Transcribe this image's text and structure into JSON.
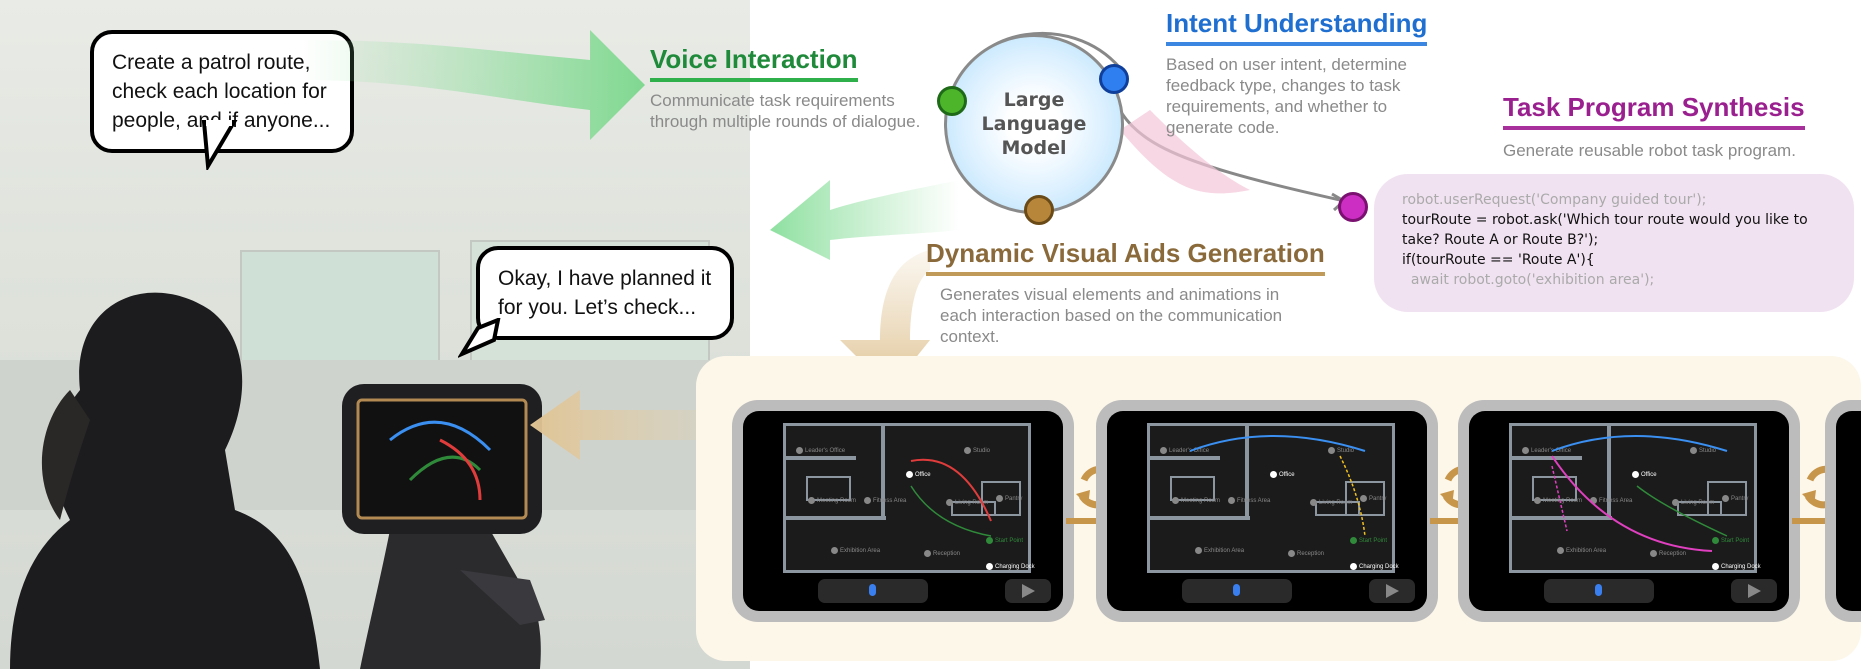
{
  "bubbles": {
    "user": "Create a patrol route, check each location for people, and if anyone...",
    "robot": "Okay, I have planned it for you. Let’s check..."
  },
  "voice": {
    "title": "Voice Interaction",
    "desc": "Communicate task requirements through multiple rounds of dialogue.",
    "color": "#1e8a3a"
  },
  "llm": {
    "label": "Large Language Model"
  },
  "intent": {
    "title": "Intent Understanding",
    "desc": "Based on user intent, determine feedback type, changes to task requirements, and whether to generate code.",
    "color": "#1f6fd1"
  },
  "task": {
    "title": "Task Program Synthesis",
    "desc": "Generate reusable  robot task program.",
    "color": "#9a1f8f"
  },
  "code": {
    "lines": [
      "robot.userRequest('Company guided tour');",
      "tourRoute = robot.ask('Which tour route would you like to take? Route A or Route B?');",
      "if(tourRoute == 'Route A'){",
      "  await robot.goto('exhibition area');"
    ]
  },
  "visual": {
    "title": "Dynamic Visual Aids Generation",
    "desc": "Generates visual elements and animations in each interaction based on the communication context.",
    "color": "#8a6a3a"
  },
  "map_labels": {
    "leader": "Leader's Office",
    "studio": "Studio",
    "office": "Office",
    "meeting": "Meeting Room",
    "fitness": "Fitness Area",
    "living": "Living Room",
    "pantry": "Pantry",
    "start": "Start Point",
    "exhibition": "Exhibition Area",
    "reception": "Reception",
    "dock": "Charging Dock"
  },
  "icons": [
    "microphone-icon",
    "play-icon",
    "refresh-cycle-icon",
    "arrow-right-icon"
  ]
}
